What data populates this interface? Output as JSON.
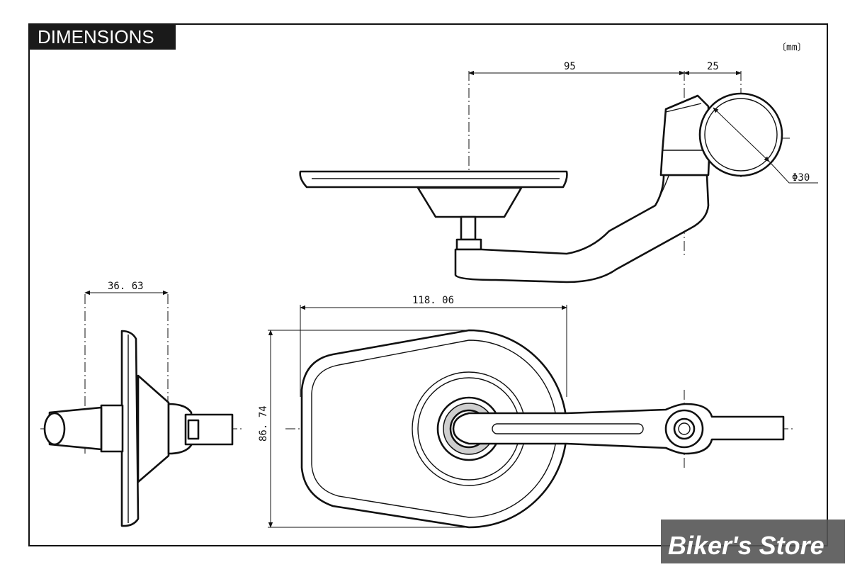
{
  "header": {
    "title": "DIMENSIONS"
  },
  "units": "〔mm〕",
  "dimensions": {
    "arm_horizontal_offset": "95",
    "clamp_offset": "25",
    "clamp_diameter": "Φ30",
    "side_depth": "36. 63",
    "mirror_width": "118. 06",
    "mirror_height": "86. 74"
  },
  "watermark": {
    "text": "Biker's Store"
  },
  "colors": {
    "line": "#111111",
    "title_bg": "#1a1a1a",
    "watermark_bg": "#555555"
  }
}
